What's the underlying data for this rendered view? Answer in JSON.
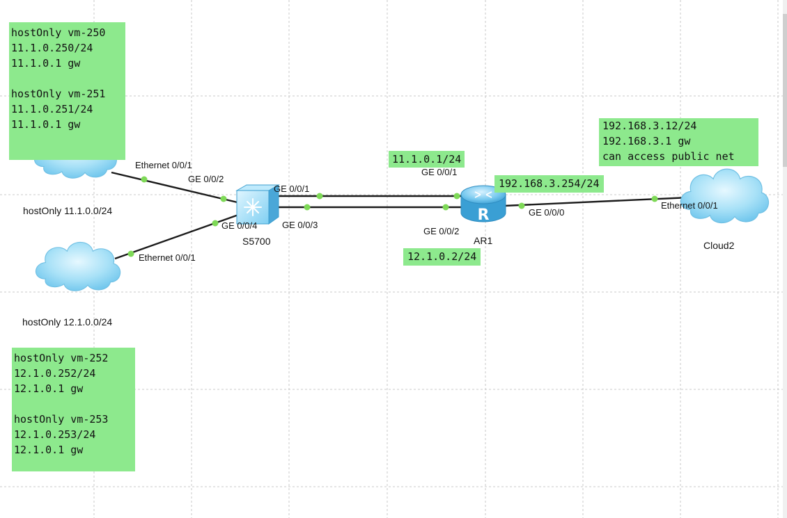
{
  "devices": {
    "switch": {
      "name": "S5700"
    },
    "router": {
      "name": "AR1"
    },
    "cloud_public": {
      "name": "Cloud2"
    },
    "cloud_net11": {
      "name": "hostOnly 11.1.0.0/24"
    },
    "cloud_net12": {
      "name": "hostOnly 12.1.0.0/24"
    }
  },
  "ports": {
    "cloud11_eth": "Ethernet 0/0/1",
    "cloud12_eth": "Ethernet 0/0/1",
    "sw_ge002": "GE 0/0/2",
    "sw_ge004": "GE 0/0/4",
    "sw_ge001": "GE 0/0/1",
    "sw_ge003": "GE 0/0/3",
    "ar_ge001": "GE 0/0/1",
    "ar_ge002": "GE 0/0/2",
    "ar_ge000": "GE 0/0/0",
    "cloud2_eth": "Ethernet 0/0/1"
  },
  "notes": {
    "vm11": {
      "line1": "hostOnly vm-250",
      "line2": "11.1.0.250/24",
      "line3": "11.1.0.1 gw",
      "line4": "hostOnly vm-251",
      "line5": "11.1.0.251/24",
      "line6": "11.1.0.1 gw"
    },
    "vm12": {
      "line1": "hostOnly vm-252",
      "line2": "12.1.0.252/24",
      "line3": "12.1.0.1 gw",
      "line4": "hostOnly vm-253",
      "line5": "12.1.0.253/24",
      "line6": "12.1.0.1 gw"
    },
    "ar_ge001_ip": "11.1.0.1/24",
    "ar_ge002_ip": "12.1.0.2/24",
    "ar_ge000_ip": "192.168.3.254/24",
    "public": {
      "line1": "192.168.3.12/24",
      "line2": "192.168.3.1 gw",
      "line3": "can access public net"
    }
  },
  "colors": {
    "note_bg": "#8de98d",
    "port_dot": "#7ed957",
    "cloud_fill": "#9fdcf5",
    "device_blue": "#4fb6e6"
  },
  "icons": {
    "cloud": "cloud-icon",
    "switch": "switch-icon",
    "router": "router-icon"
  }
}
